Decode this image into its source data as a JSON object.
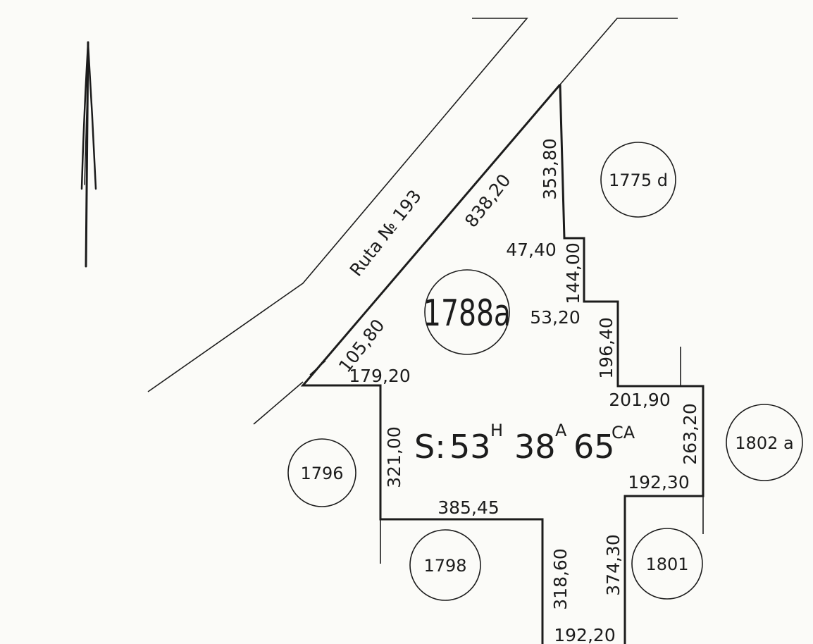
{
  "road": {
    "label": "Ruta № 193"
  },
  "main_parcel": {
    "id": "1788a"
  },
  "surface": {
    "prefix": "S:",
    "hectares": "53",
    "h_unit": "H",
    "ares": "38",
    "a_unit": "A",
    "centiares": "65",
    "ca_unit": "CA"
  },
  "neighbors": {
    "n1775d": "1775 d",
    "n1796": "1796",
    "n1798": "1798",
    "n1801": "1801",
    "n1802a": "1802 a"
  },
  "dimensions": {
    "d838_20": "838,20",
    "d353_80": "353,80",
    "d47_40": "47,40",
    "d144_00": "144,00",
    "d53_20": "53,20",
    "d196_40": "196,40",
    "d201_90": "201,90",
    "d263_20": "263,20",
    "d192_30": "192,30",
    "d374_30": "374,30",
    "d192_20": "192,20",
    "d318_60": "318,60",
    "d385_45": "385,45",
    "d321_00": "321,00",
    "d179_20": "179,20",
    "d105_80": "105,80"
  }
}
